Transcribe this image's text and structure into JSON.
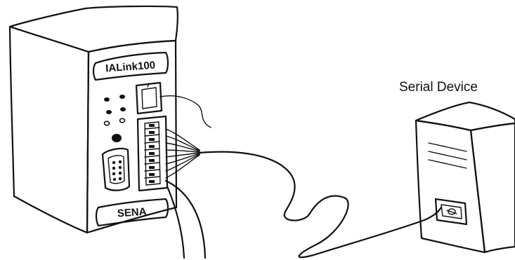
{
  "device": {
    "model_label": "IALink100",
    "brand_label": "SENA"
  },
  "target": {
    "label": "Serial Device"
  }
}
